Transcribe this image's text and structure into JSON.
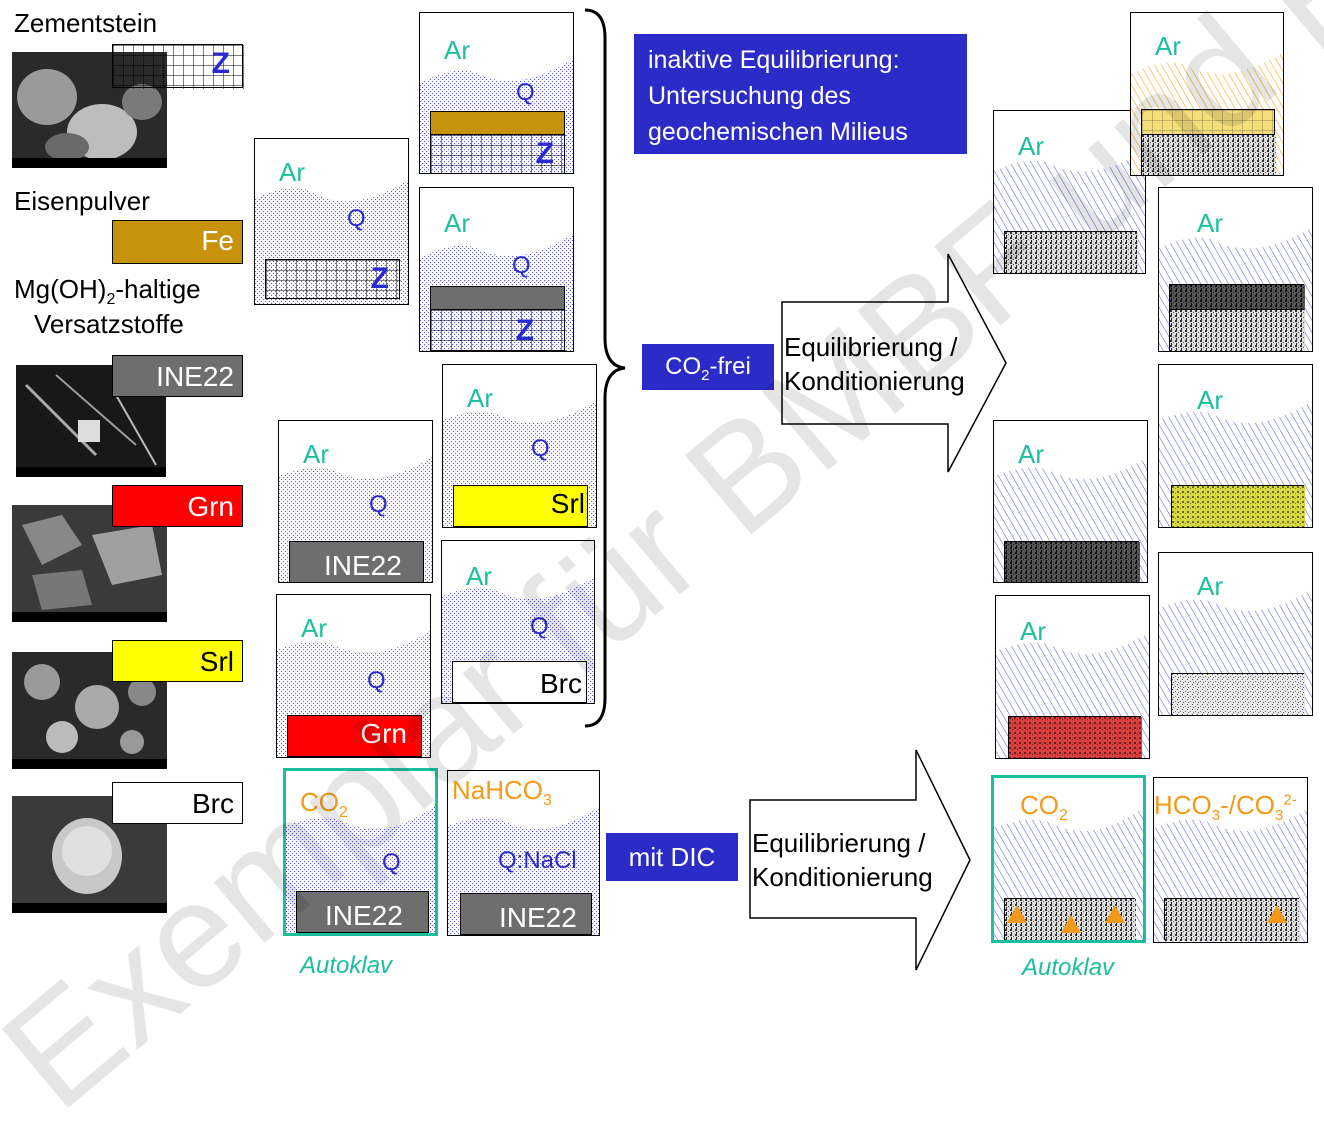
{
  "materials": {
    "cement_label": "Zementstein",
    "cement_tag": "Z",
    "iron_label": "Eisenpulver",
    "iron_tag": "Fe",
    "mg_label_line1_pre": "Mg(OH)",
    "mg_label_sub": "2",
    "mg_label_line1_post": "-haltige",
    "mg_label_line2": "Versatzstoffe",
    "ine_tag": "INE22",
    "grn_tag": "Grn",
    "srl_tag": "Srl",
    "brc_tag": "Brc"
  },
  "jars": {
    "ar": "Ar",
    "q": "Q",
    "z": "Z",
    "ine": "INE22",
    "grn": "Grn",
    "srl": "Srl",
    "brc": "Brc",
    "co2_pre": "CO",
    "co2_sub": "2",
    "nahco3": "NaHCO",
    "nahco3_sub": "3",
    "qnacl": "Q:NaCl",
    "hco3_pre": "HCO",
    "hco3_sub": "3",
    "hco3_mid": "-/CO",
    "hco3_sub2": "3",
    "hco3_sup": "2-"
  },
  "boxes": {
    "inactive": [
      "inaktive Equilibrierung:",
      "Untersuchung des",
      "geochemischen Milieus"
    ],
    "co2frei_pre": "CO",
    "co2frei_sub": "2",
    "co2frei_post": "-frei",
    "mitdic": "mit DIC"
  },
  "arrows": {
    "upper": [
      "Equilibrierung /",
      "Konditionierung"
    ],
    "lower": [
      "Equilibrierung /",
      "Konditionierung"
    ]
  },
  "autoklav": "Autoklav",
  "colors": {
    "gas_text": "#1bbf9d",
    "q_text": "#2a2acf",
    "iron": "#c8930a",
    "ine": "#6e6e6e",
    "grn": "#ff0000",
    "srl": "#ffff00",
    "box_blue": "#2b2bc8",
    "co2_orange": "#f39a1a"
  },
  "watermark": "Exemplar für BMBF und BMWi"
}
